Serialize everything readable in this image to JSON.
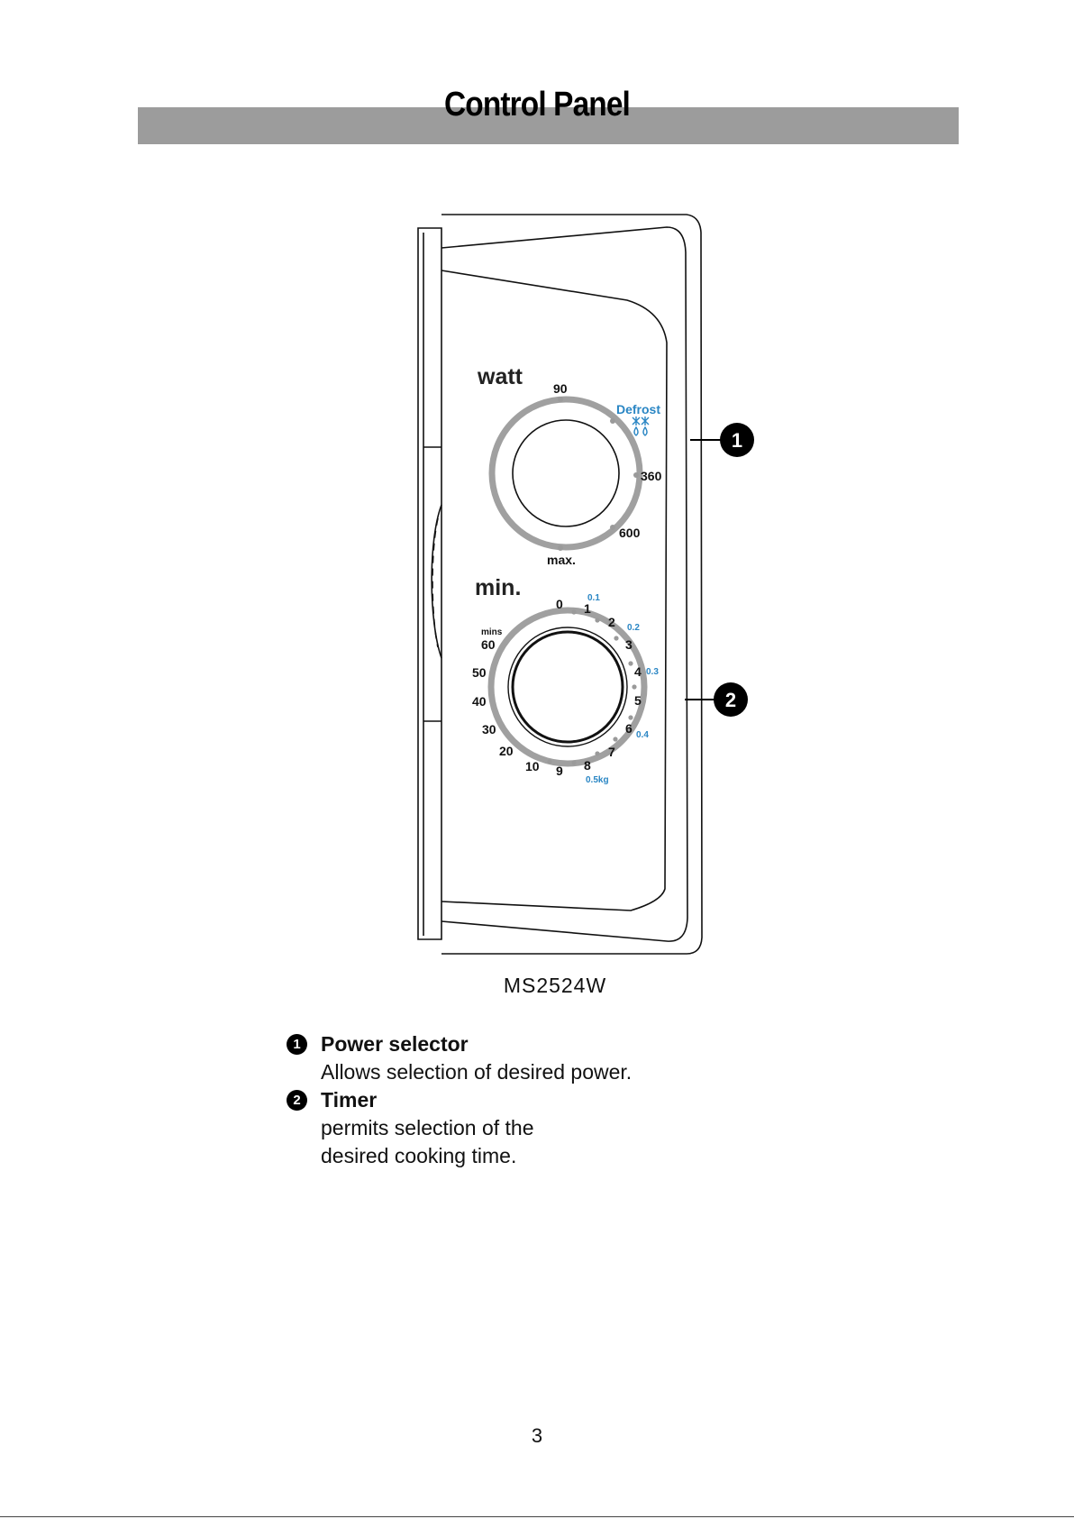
{
  "header": {
    "title": "Control Panel"
  },
  "panel": {
    "power_dial": {
      "label": "watt",
      "ticks": [
        "90",
        "Defrost",
        "360",
        "600",
        "max."
      ],
      "defrost_color": "#2a86c4"
    },
    "timer_dial": {
      "label": "min.",
      "unit_label": "mins",
      "minute_ticks": [
        "0",
        "1",
        "2",
        "3",
        "4",
        "5",
        "6",
        "7",
        "8",
        "9",
        "10",
        "20",
        "30",
        "40",
        "50",
        "60"
      ],
      "weight_ticks": [
        "0.1",
        "0.2",
        "0.3",
        "0.4",
        "0.5kg"
      ],
      "weight_color": "#2a86c4"
    },
    "callouts": [
      "1",
      "2"
    ]
  },
  "model": "MS2524W",
  "legend": [
    {
      "number": "1",
      "title": "Power selector",
      "lines": [
        "Allows selection of desired power."
      ]
    },
    {
      "number": "2",
      "title": "Timer",
      "lines": [
        "permits selection of the",
        "desired cooking time."
      ]
    }
  ],
  "page_number": "3"
}
